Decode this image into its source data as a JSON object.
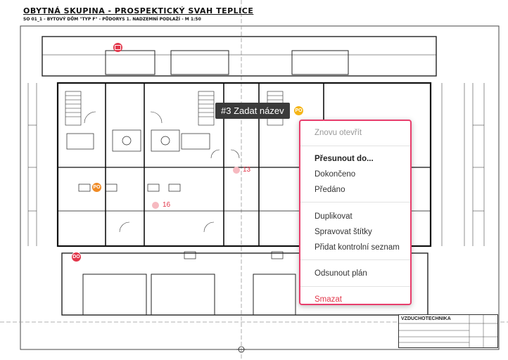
{
  "drawing": {
    "title": "OBYTNÁ SKUPINA - PROSPEKTICKÝ SVAH TEPLICE",
    "subtitle": "SO 01_1 - BYTOVÝ DŮM \"TYP F\" - PŮDORYS 1. NADZEMNÍ PODLAŽÍ - M 1:50",
    "title_block": "VZDUCHOTECHNIKA"
  },
  "pins": {
    "camera": "camera-icon",
    "po_top": "PO",
    "po_left": "PO",
    "do_bottom": "DO",
    "faint_13": "13",
    "faint_16": "16"
  },
  "tooltip": {
    "label": "#3 Zadat název"
  },
  "context_menu": {
    "reopen": "Znovu otevřít",
    "move_to": "Přesunout do...",
    "done": "Dokončeno",
    "handed_over": "Předáno",
    "duplicate": "Duplikovat",
    "manage_tags": "Spravovat štítky",
    "add_checklist": "Přidat kontrolní seznam",
    "detach_plan": "Odsunout plán",
    "delete": "Smazat"
  },
  "colors": {
    "accent": "#e83e6c",
    "danger": "#e2364a",
    "pin_orange": "#f08a24",
    "pin_yellow": "#f5b516"
  }
}
